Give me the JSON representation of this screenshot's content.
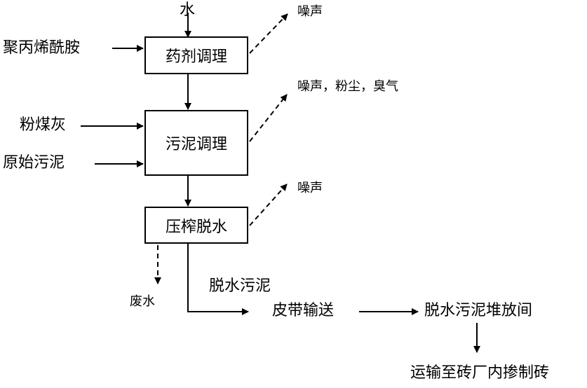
{
  "process_boxes": {
    "chemical_conditioning": "药剂调理",
    "sludge_conditioning": "污泥调理",
    "press_dewatering": "压榨脱水"
  },
  "inputs": {
    "water": "水",
    "pam": "聚丙烯酰胺",
    "fly_ash": "粉煤灰",
    "raw_sludge": "原始污泥"
  },
  "emissions": {
    "noise_1": "噪声",
    "noise_dust_odor": "噪声，粉尘，臭气",
    "noise_2": "噪声",
    "wastewater": "废水"
  },
  "flow": {
    "dewatered_sludge": "脱水污泥",
    "belt_conveying": "皮带输送",
    "storage_room": "脱水污泥堆放间",
    "transport": "运输至砖厂内掺制砖"
  }
}
